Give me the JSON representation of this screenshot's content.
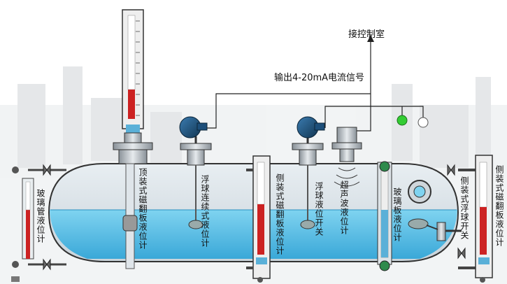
{
  "labels": {
    "control_room": "接控制室",
    "output_signal": "输出4-20mA电流信号",
    "glass_tube_gauge": "玻璃管液位计",
    "top_magnetic_flap": "顶装式磁翻板液位计",
    "float_continuous": "浮球连续式液位计",
    "side_magnetic_flap": "侧装式磁翻板液位计",
    "float_switch": "浮球液位开关",
    "ultrasonic": "超声波液位计",
    "glass_plate": "玻璃板液位计",
    "side_float_switch": "侧装式浮球开关",
    "side_magnetic_flap_right": "侧装式磁翻板液位计"
  },
  "colors": {
    "liquid": "#40b8e0",
    "tank_outline": "#333333",
    "flap_red": "#cc2222",
    "indicator_green": "#33cc33",
    "indicator_white": "#ffffff",
    "transmitter": "#1d4f7a"
  },
  "icons": {
    "indicator_lamp_on": "green-indicator-icon",
    "indicator_lamp_off": "white-indicator-icon",
    "transmitter_head": "transmitter-head-icon",
    "valve": "valve-icon"
  }
}
